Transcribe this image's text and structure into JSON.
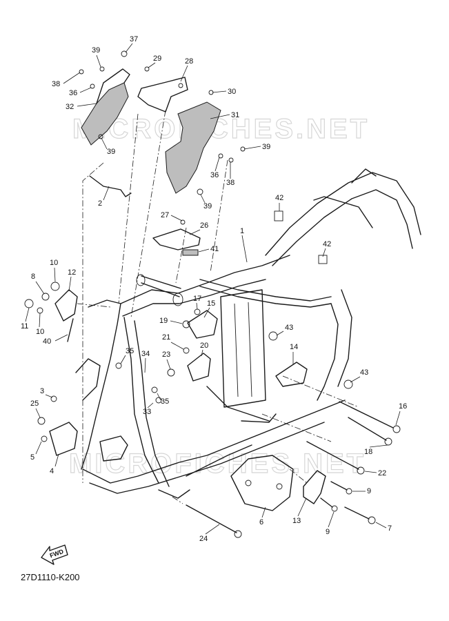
{
  "watermark": {
    "text": "MICROFICHES.NET"
  },
  "diagram_code": "27D1110-K200",
  "fwd_label": "FWD",
  "callouts": [
    {
      "n": "37"
    },
    {
      "n": "39"
    },
    {
      "n": "29"
    },
    {
      "n": "28"
    },
    {
      "n": "38"
    },
    {
      "n": "36"
    },
    {
      "n": "30"
    },
    {
      "n": "32"
    },
    {
      "n": "31"
    },
    {
      "n": "39"
    },
    {
      "n": "39"
    },
    {
      "n": "36"
    },
    {
      "n": "38"
    },
    {
      "n": "2"
    },
    {
      "n": "39"
    },
    {
      "n": "42"
    },
    {
      "n": "27"
    },
    {
      "n": "26"
    },
    {
      "n": "1"
    },
    {
      "n": "41"
    },
    {
      "n": "42"
    },
    {
      "n": "10"
    },
    {
      "n": "12"
    },
    {
      "n": "8"
    },
    {
      "n": "17"
    },
    {
      "n": "15"
    },
    {
      "n": "11"
    },
    {
      "n": "10"
    },
    {
      "n": "19"
    },
    {
      "n": "43"
    },
    {
      "n": "40"
    },
    {
      "n": "21"
    },
    {
      "n": "20"
    },
    {
      "n": "14"
    },
    {
      "n": "35"
    },
    {
      "n": "23"
    },
    {
      "n": "34"
    },
    {
      "n": "43"
    },
    {
      "n": "3"
    },
    {
      "n": "35"
    },
    {
      "n": "33"
    },
    {
      "n": "16"
    },
    {
      "n": "25"
    },
    {
      "n": "18"
    },
    {
      "n": "5"
    },
    {
      "n": "22"
    },
    {
      "n": "4"
    },
    {
      "n": "9"
    },
    {
      "n": "6"
    },
    {
      "n": "13"
    },
    {
      "n": "7"
    },
    {
      "n": "9"
    },
    {
      "n": "24"
    }
  ]
}
